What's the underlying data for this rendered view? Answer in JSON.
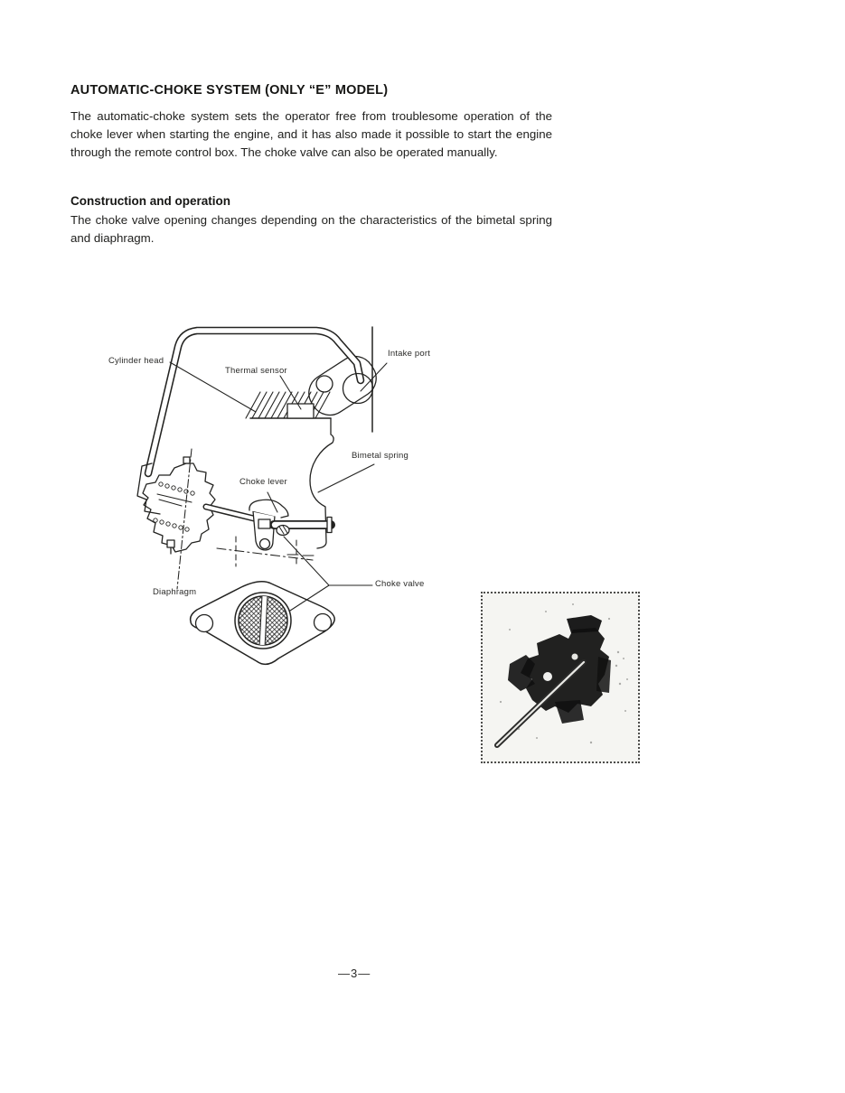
{
  "page": {
    "title": "AUTOMATIC-CHOKE SYSTEM (ONLY “E” MODEL)",
    "intro": "The automatic-choke system sets the operator free from troublesome operation of the choke lever when starting the engine, and it has also made it possible to start the engine through the remote control box. The choke valve can also be operated manually.",
    "section_heading": "Construction and operation",
    "section_body": "The choke valve opening changes depending on the characteristics of the bimetal spring and diaphragm.",
    "page_number": "—3—"
  },
  "figure": {
    "labels": {
      "cylinder_head": "Cylinder head",
      "thermal_sensor": "Thermal sensor",
      "intake_port": "Intake port",
      "bimetal_spring": "Bimetal spring",
      "choke_lever": "Choke lever",
      "diaphragm": "Diaphragm",
      "choke_valve": "Choke valve"
    }
  },
  "colors": {
    "ink": "#1d1d1b",
    "paper": "#ffffff",
    "photo_background": "#f5f5f2"
  }
}
